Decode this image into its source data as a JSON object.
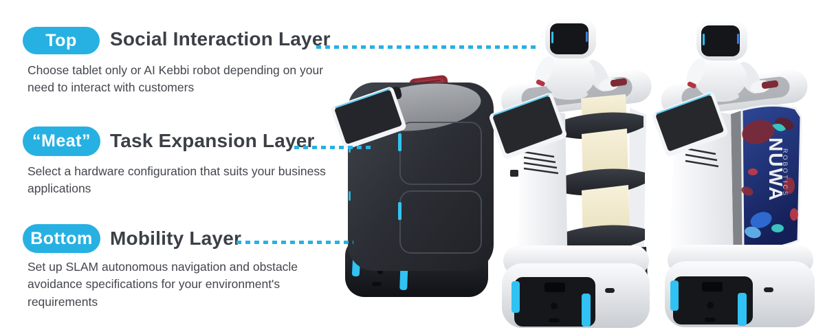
{
  "colors": {
    "accent": "#27b1e2",
    "heading_text": "#3c4046",
    "body_text": "#43464c"
  },
  "sections": [
    {
      "badge": "Top",
      "title": "Social Interaction Layer",
      "description": "Choose tablet only or AI Kebbi robot depending on your need to interact with customers"
    },
    {
      "badge": "“Meat”",
      "title": "Task Expansion Layer",
      "description": "Select a hardware configuration that suits your business applications"
    },
    {
      "badge": "Bottom",
      "title": "Mobility Layer",
      "description": "Set up SLAM autonomous navigation and obstacle avoidance specifications for your environment's requirements"
    }
  ],
  "robots": [
    {
      "name": "closed-cabinet delivery robot with tablet"
    },
    {
      "name": "open-shelf delivery robot with Kebbi robot and tablet"
    },
    {
      "name": "ad-display delivery robot with Kebbi robot and tablet"
    }
  ],
  "ad_panel": {
    "brand": "NUWA",
    "sub": "ROBOTICS"
  }
}
